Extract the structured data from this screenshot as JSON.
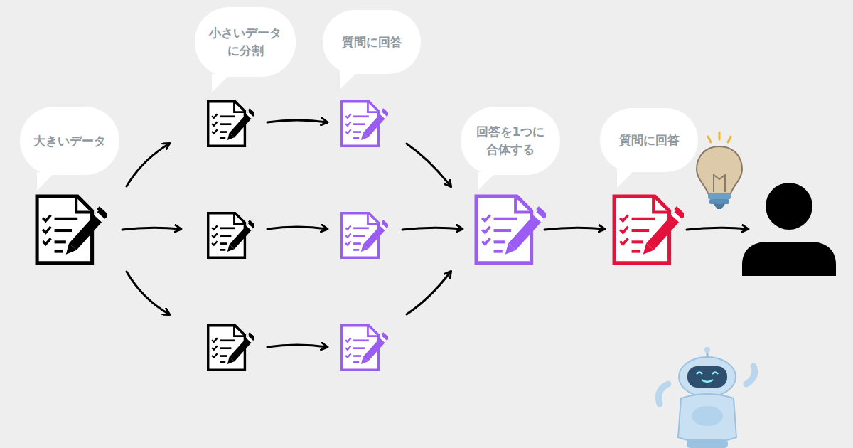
{
  "diagram": {
    "nodes": [
      {
        "text": [
          "大きいデータ"
        ]
      },
      {
        "text": [
          "小さいデータ に分割"
        ]
      },
      {
        "text": [
          "質問に回答"
        ]
      },
      {
        "text": [
          "回答を1つに 合体する"
        ]
      },
      {
        "text": [
          "質問に回答"
        ]
      }
    ]
  }
}
